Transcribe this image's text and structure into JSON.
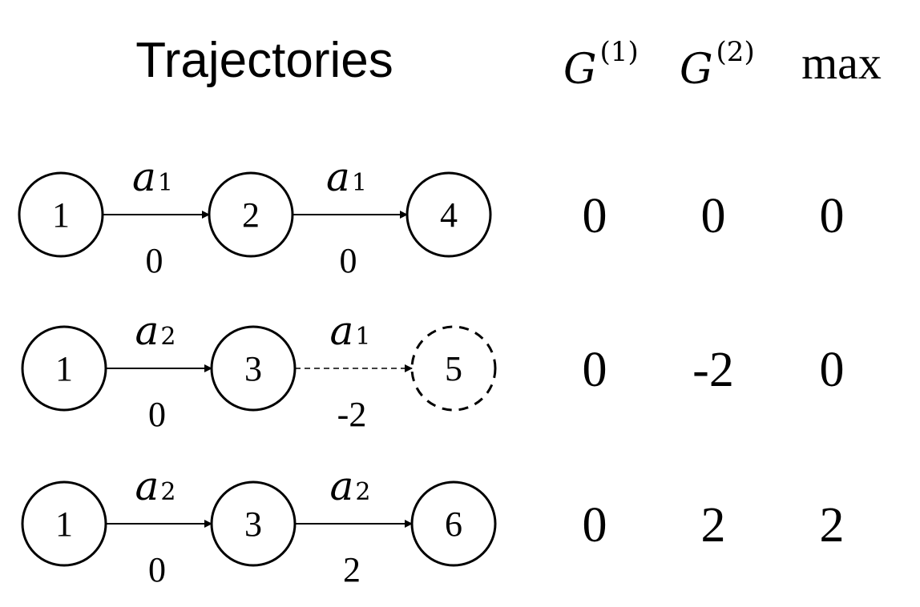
{
  "title": "Trajectories",
  "columns": {
    "g1": {
      "base": "G",
      "sup": "(1)"
    },
    "g2": {
      "base": "G",
      "sup": "(2)"
    },
    "max": "max"
  },
  "trajectories": [
    {
      "states": [
        {
          "label": "1",
          "style": "solid"
        },
        {
          "label": "2",
          "style": "solid"
        },
        {
          "label": "4",
          "style": "solid"
        }
      ],
      "transitions": [
        {
          "action": "a",
          "action_sub": "1",
          "reward": "0",
          "style": "solid"
        },
        {
          "action": "a",
          "action_sub": "1",
          "reward": "0",
          "style": "solid"
        }
      ],
      "g1": "0",
      "g2": "0",
      "max": "0"
    },
    {
      "states": [
        {
          "label": "1",
          "style": "solid"
        },
        {
          "label": "3",
          "style": "solid"
        },
        {
          "label": "5",
          "style": "dashed"
        }
      ],
      "transitions": [
        {
          "action": "a",
          "action_sub": "2",
          "reward": "0",
          "style": "solid"
        },
        {
          "action": "a",
          "action_sub": "1",
          "reward": "-2",
          "style": "dashed"
        }
      ],
      "g1": "0",
      "g2": "-2",
      "max": "0"
    },
    {
      "states": [
        {
          "label": "1",
          "style": "solid"
        },
        {
          "label": "3",
          "style": "solid"
        },
        {
          "label": "6",
          "style": "solid"
        }
      ],
      "transitions": [
        {
          "action": "a",
          "action_sub": "2",
          "reward": "0",
          "style": "solid"
        },
        {
          "action": "a",
          "action_sub": "2",
          "reward": "2",
          "style": "solid"
        }
      ],
      "g1": "0",
      "g2": "2",
      "max": "2"
    }
  ]
}
